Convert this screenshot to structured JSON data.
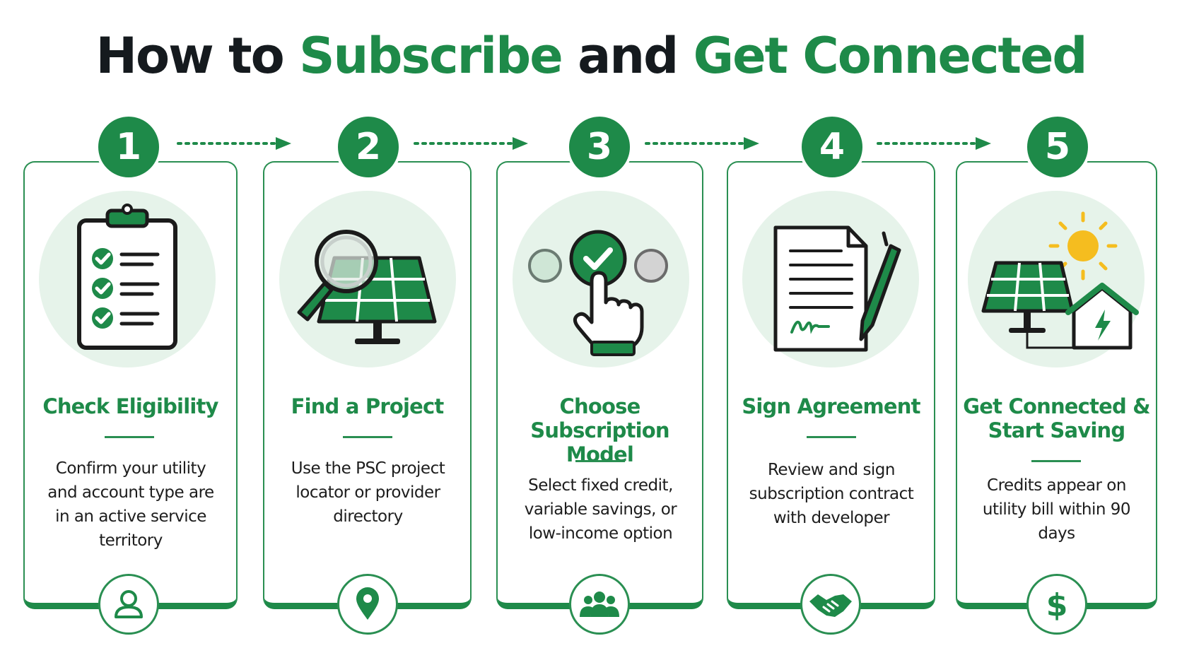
{
  "header": {
    "title_part1": "How to ",
    "title_part2": "Subscribe",
    "title_part3": " and ",
    "title_part4": "Get Connected"
  },
  "colors": {
    "accent": "#1e8a49",
    "soft": "#e6f3ea",
    "sun": "#f5bd1f",
    "text": "#151a1e"
  },
  "steps": [
    {
      "number": "1",
      "title": "Check Eligibility",
      "description": "Confirm your utility and account type are in an active service territory",
      "illustration": "clipboard-checklist-icon",
      "badge_icon": "user-icon"
    },
    {
      "number": "2",
      "title": "Find a Project",
      "description": "Use the PSC project locator or provider directory",
      "illustration": "magnifier-solar-panel-icon",
      "badge_icon": "location-pin-icon"
    },
    {
      "number": "3",
      "title": "Choose Subscription Model",
      "description": "Select fixed credit, variable savings, or low-income option",
      "illustration": "hand-select-option-icon",
      "badge_icon": "group-icon"
    },
    {
      "number": "4",
      "title": "Sign Agreement",
      "description": "Review and sign subscription contract with developer",
      "illustration": "document-pen-icon",
      "badge_icon": "handshake-icon"
    },
    {
      "number": "5",
      "title": "Get Connected & Start Saving",
      "description": "Credits appear on utility bill within 90 days",
      "illustration": "solar-house-sun-icon",
      "badge_icon": "dollar-icon"
    }
  ]
}
